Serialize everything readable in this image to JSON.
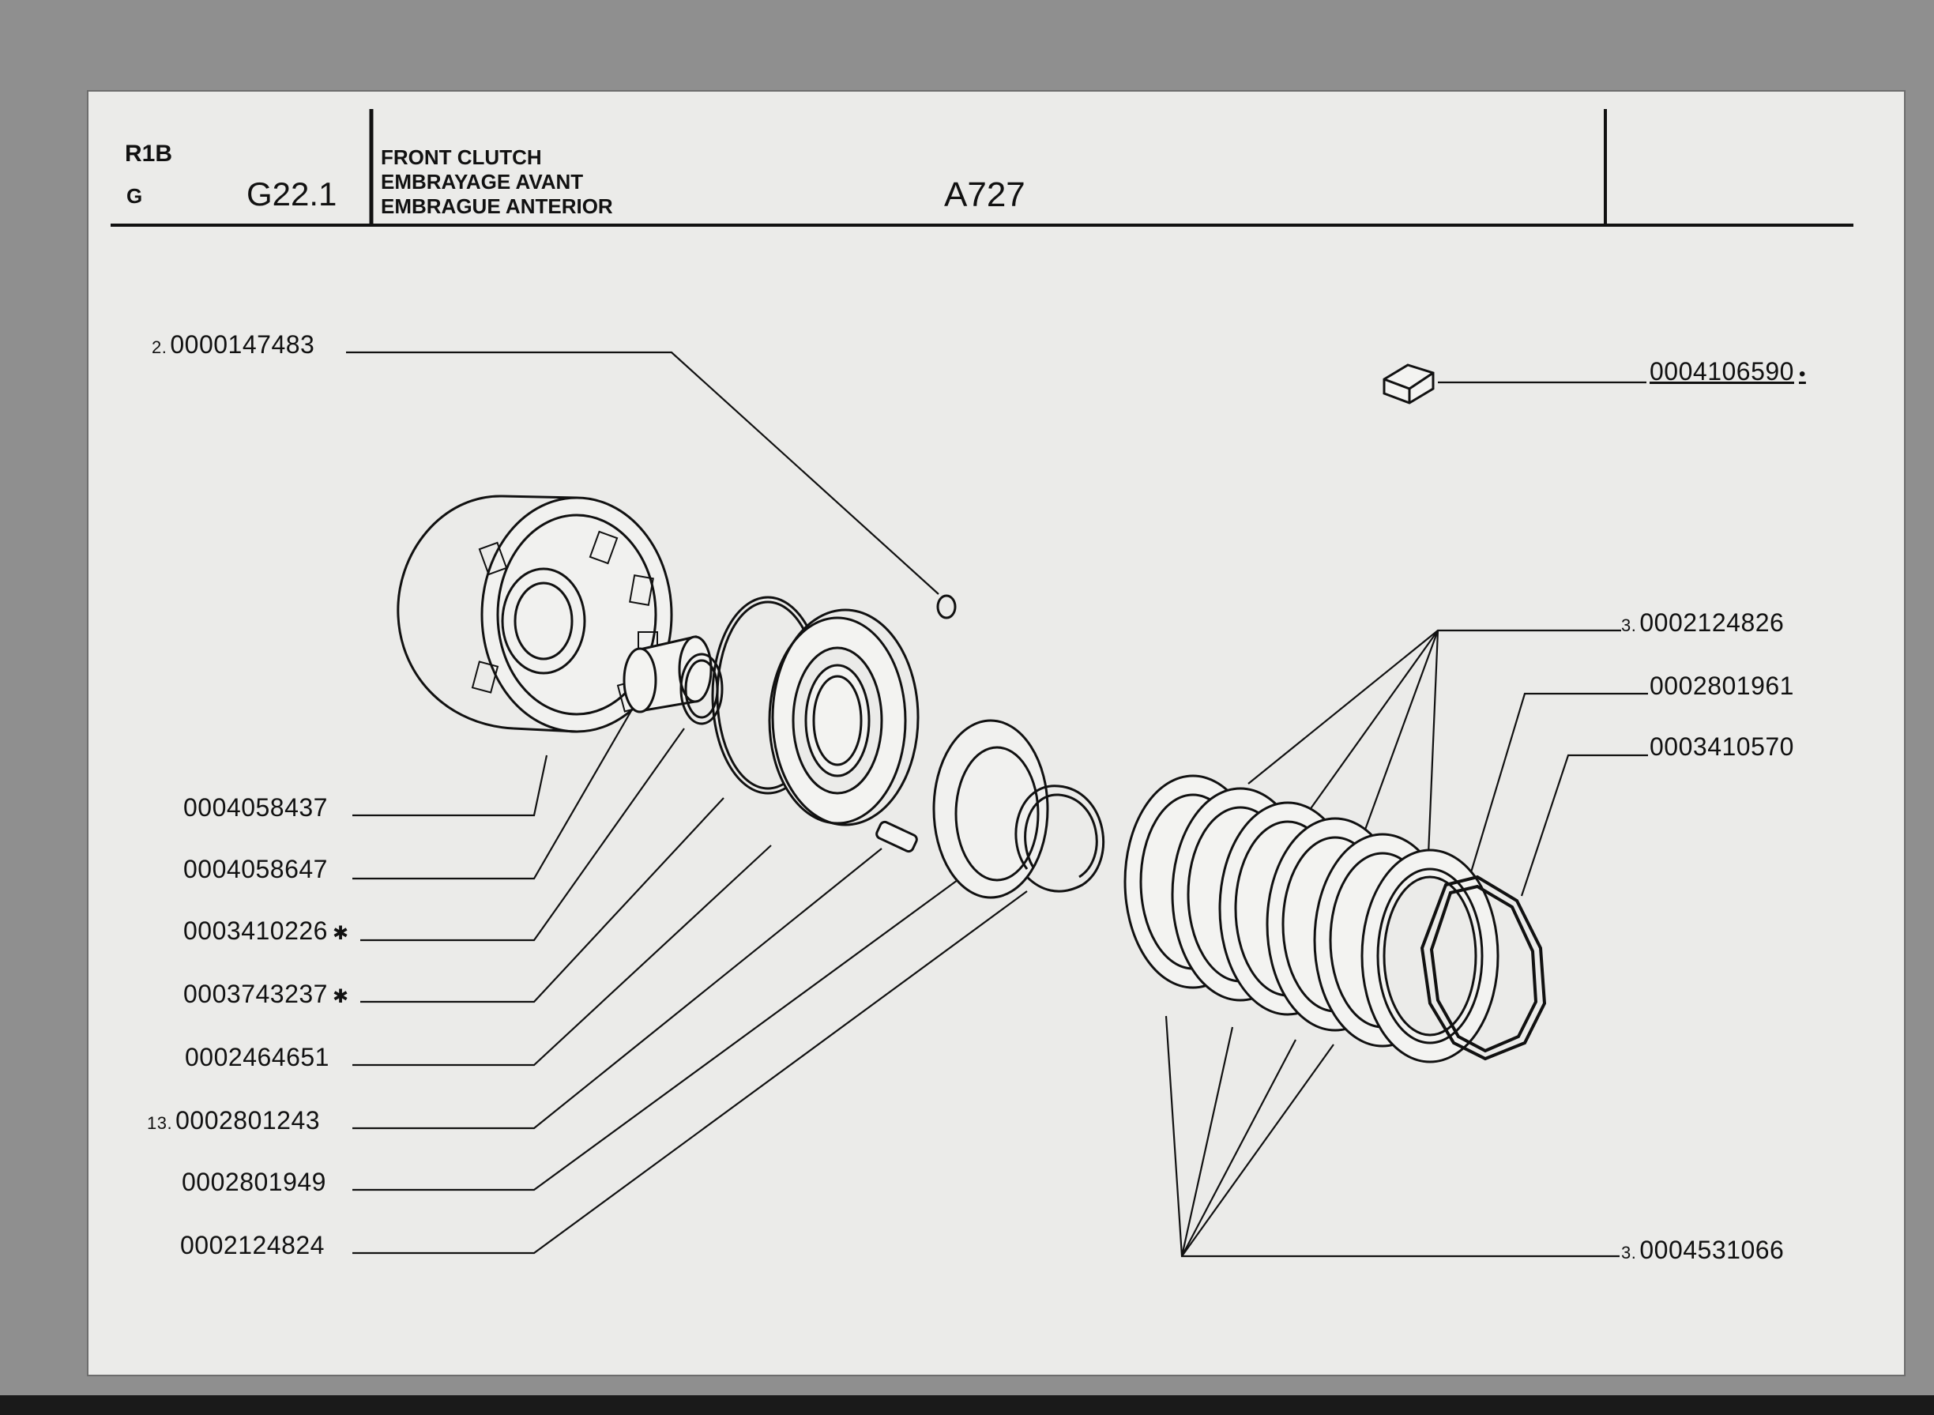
{
  "header": {
    "model": "R1B",
    "section": "G",
    "group_code": "G22.1",
    "title_en": "FRONT CLUTCH",
    "title_fr": "EMBRAYAGE AVANT",
    "title_es": "EMBRAGUE ANTERIOR",
    "drawing_ref": "A727"
  },
  "callouts": [
    {
      "id": "p1",
      "qty": "2.",
      "number": "0000147483",
      "star": ""
    },
    {
      "id": "p2",
      "qty": "",
      "number": "0004106590",
      "star": "•"
    },
    {
      "id": "p3",
      "qty": "3.",
      "number": "0002124826",
      "star": ""
    },
    {
      "id": "p4",
      "qty": "",
      "number": "0002801961",
      "star": ""
    },
    {
      "id": "p5",
      "qty": "",
      "number": "0003410570",
      "star": ""
    },
    {
      "id": "p6",
      "qty": "",
      "number": "0004058437",
      "star": ""
    },
    {
      "id": "p7",
      "qty": "",
      "number": "0004058647",
      "star": ""
    },
    {
      "id": "p8",
      "qty": "",
      "number": "0003410226",
      "star": "✱"
    },
    {
      "id": "p9",
      "qty": "",
      "number": "0003743237",
      "star": "✱"
    },
    {
      "id": "p10",
      "qty": "",
      "number": "0002464651",
      "star": ""
    },
    {
      "id": "p11",
      "qty": "13.",
      "number": "0002801243",
      "star": ""
    },
    {
      "id": "p12",
      "qty": "",
      "number": "0002801949",
      "star": ""
    },
    {
      "id": "p13",
      "qty": "",
      "number": "0002124824",
      "star": ""
    },
    {
      "id": "p14",
      "qty": "3.",
      "number": "0004531066",
      "star": ""
    }
  ],
  "colors": {
    "paper": "#ebebe9",
    "ink": "#111111",
    "background": "#8f8f8f"
  }
}
